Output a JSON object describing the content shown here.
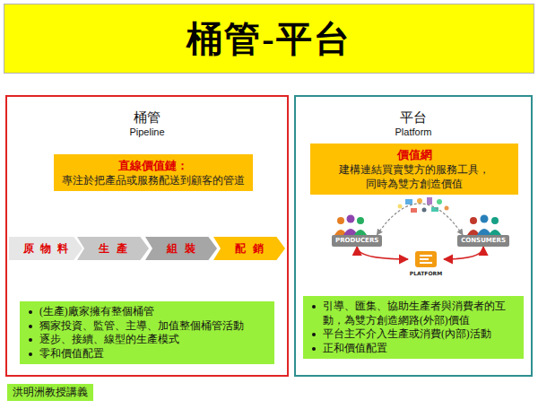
{
  "diagram": {
    "title": "桶管-平台",
    "nodes": [
      {
        "text": [
          "桶管",
          "Pipeline"
        ]
      },
      {
        "text": [
          "直線價值鏈：",
          "專注於把產品或服務配送到顧客的管道"
        ],
        "in": 0
      },
      {
        "text": [
          "原物料"
        ],
        "in": 0
      },
      {
        "text": [
          "生產"
        ],
        "in": 0
      },
      {
        "text": [
          "組裝"
        ],
        "in": 0
      },
      {
        "text": [
          "配銷"
        ],
        "in": 0
      },
      {
        "text": [
          "(生產)廠家擁有整個桶管",
          "獨家投資、監管、主導、加值整個桶管活動",
          "逐步、接續、線型的生產模式",
          "零和價值配置"
        ],
        "in": 0
      },
      {
        "text": [
          "平台",
          "Platform"
        ]
      },
      {
        "text": [
          "價值網",
          "建構連結買賣雙方的服務工具，同時為雙方創造價值"
        ],
        "in": 7
      },
      {
        "text": [
          "PRODUCERS"
        ],
        "in": 7
      },
      {
        "text": [
          "CONSUMERS"
        ],
        "in": 7
      },
      {
        "text": [
          "PLATFORM"
        ],
        "in": 7
      },
      {
        "text": [
          "引導、匯集、協助生產者與消費者的互動，為雙方創造網路(外部)價值",
          "平台主不介入生產或消費(內部)活動",
          "正和價值配置"
        ],
        "in": 7
      },
      {
        "text": [
          "洪明洲教授講義"
        ]
      }
    ],
    "edges": [
      {
        "from": 9,
        "to": 10,
        "arrow": "both"
      },
      {
        "from": 9,
        "to": 11,
        "arrow": "both"
      },
      {
        "from": 11,
        "to": 10,
        "arrow": "both"
      }
    ]
  }
}
